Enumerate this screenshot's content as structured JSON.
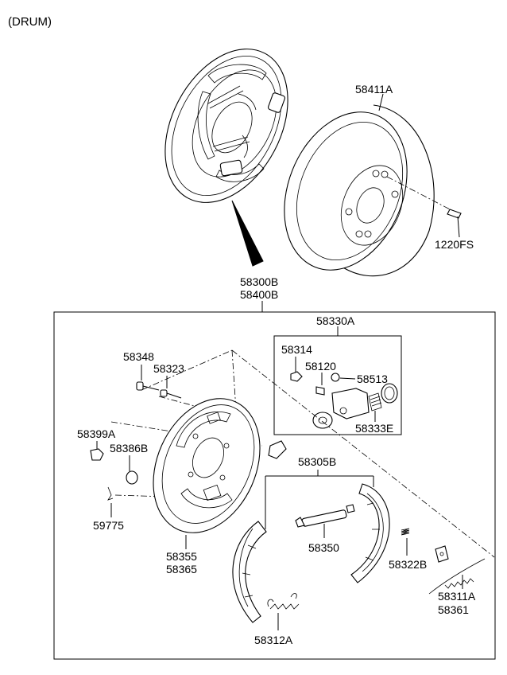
{
  "header": {
    "label": "(DRUM)"
  },
  "assembly_labels": {
    "drum": "58411A",
    "bolt": "1220FS",
    "brake_assy_1": "58300B",
    "brake_assy_2": "58400B",
    "wheel_cyl_kit": "58330A",
    "bleeder_cap": "58314",
    "bleeder_screw": "58120",
    "boot": "58513",
    "piston_kit": "58333E",
    "pin": "58348",
    "pin_2": "58323",
    "plug": "58399A",
    "grommet": "58386B",
    "clip": "59775",
    "shoe_kit": "58305B",
    "backing_plate_1": "58355",
    "backing_plate_2": "58365",
    "adjuster": "58350",
    "adjuster_spring": "58322B",
    "upper_spring_1": "58311A",
    "upper_spring_2": "58361",
    "lower_spring": "58312A"
  }
}
